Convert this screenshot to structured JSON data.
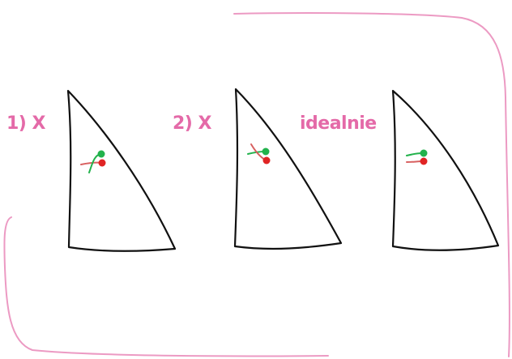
{
  "labels": {
    "option_1": "1) X",
    "option_2": "2) X",
    "ideal": "idealnie"
  },
  "colors": {
    "label": "#e46aa8",
    "frame": "#ec9ac3",
    "outline": "#111111",
    "green": "#22b24c",
    "red": "#e02424",
    "red_line": "#d86060"
  },
  "icons": [
    "sail-shape",
    "green-dot",
    "red-dot"
  ]
}
